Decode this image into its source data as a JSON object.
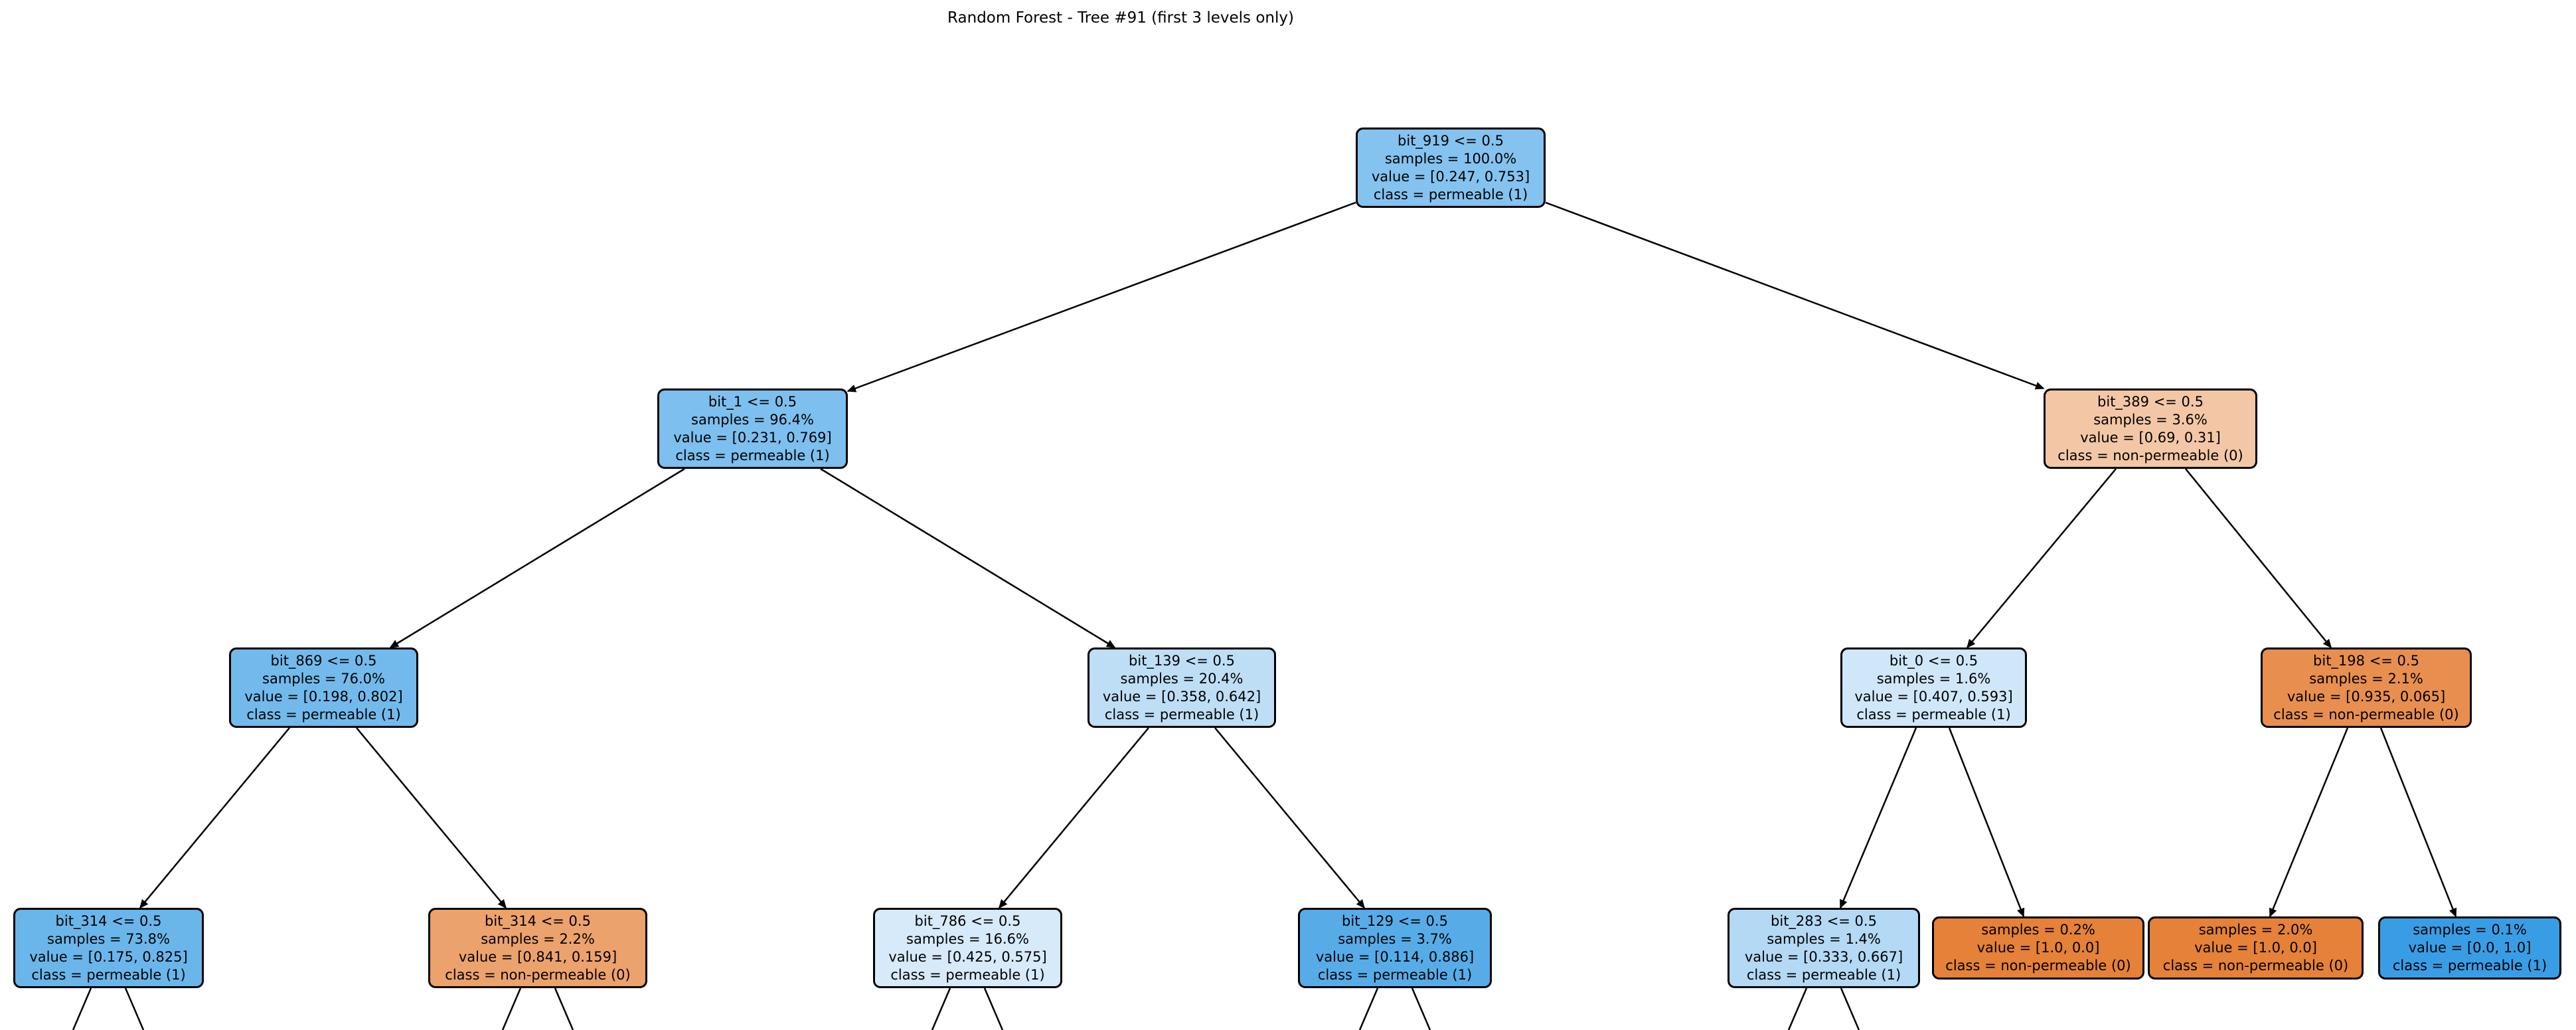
{
  "title": "Random Forest - Tree #91 (first 3 levels only)",
  "class_names": [
    "non-permeable (0)",
    "permeable (1)"
  ],
  "colors": {
    "class0_pure": "#e58139",
    "class1_pure": "#399de5",
    "edge": "#000000",
    "text": "#000000"
  },
  "nodes": [
    {
      "condition": "bit_919 <= 0.5",
      "samples": "samples = 100.0%",
      "value": "value = [0.247, 0.753]",
      "class_line": "class = permeable (1)",
      "fill": "#84c2ef"
    },
    {
      "condition": "bit_1 <= 0.5",
      "samples": "samples = 96.4%",
      "value": "value = [0.231, 0.769]",
      "class_line": "class = permeable (1)",
      "fill": "#7dbfee"
    },
    {
      "condition": "bit_389 <= 0.5",
      "samples": "samples = 3.6%",
      "value": "value = [0.69, 0.31]",
      "class_line": "class = non-permeable (0)",
      "fill": "#f3c7a6"
    },
    {
      "condition": "bit_869 <= 0.5",
      "samples": "samples = 76.0%",
      "value": "value = [0.198, 0.802]",
      "class_line": "class = permeable (1)",
      "fill": "#72baec"
    },
    {
      "condition": "bit_139 <= 0.5",
      "samples": "samples = 20.4%",
      "value": "value = [0.358, 0.642]",
      "class_line": "class = permeable (1)",
      "fill": "#bedef6"
    },
    {
      "condition": "bit_0 <= 0.5",
      "samples": "samples = 1.6%",
      "value": "value = [0.407, 0.593]",
      "class_line": "class = permeable (1)",
      "fill": "#cfe7f9"
    },
    {
      "condition": "bit_198 <= 0.5",
      "samples": "samples = 2.1%",
      "value": "value = [0.935, 0.065]",
      "class_line": "class = non-permeable (0)",
      "fill": "#e88f4f"
    },
    {
      "condition": "bit_314 <= 0.5",
      "samples": "samples = 73.8%",
      "value": "value = [0.175, 0.825]",
      "class_line": "class = permeable (1)",
      "fill": "#6ab6ea"
    },
    {
      "condition": "bit_314 <= 0.5",
      "samples": "samples = 2.2%",
      "value": "value = [0.841, 0.159]",
      "class_line": "class = non-permeable (0)",
      "fill": "#eca26c"
    },
    {
      "condition": "bit_786 <= 0.5",
      "samples": "samples = 16.6%",
      "value": "value = [0.425, 0.575]",
      "class_line": "class = permeable (1)",
      "fill": "#d6eafa"
    },
    {
      "condition": "bit_129 <= 0.5",
      "samples": "samples = 3.7%",
      "value": "value = [0.114, 0.886]",
      "class_line": "class = permeable (1)",
      "fill": "#57ace8"
    },
    {
      "condition": "bit_283 <= 0.5",
      "samples": "samples = 1.4%",
      "value": "value = [0.333, 0.667]",
      "class_line": "class = permeable (1)",
      "fill": "#b3d9f5"
    },
    {
      "samples": "samples = 0.2%",
      "value": "value = [1.0, 0.0]",
      "class_line": "class = non-permeable (0)",
      "fill": "#e58139"
    },
    {
      "samples": "samples = 2.0%",
      "value": "value = [1.0, 0.0]",
      "class_line": "class = non-permeable (0)",
      "fill": "#e58139"
    },
    {
      "samples": "samples = 0.1%",
      "value": "value = [0.0, 1.0]",
      "class_line": "class = permeable (1)",
      "fill": "#399de5"
    }
  ]
}
